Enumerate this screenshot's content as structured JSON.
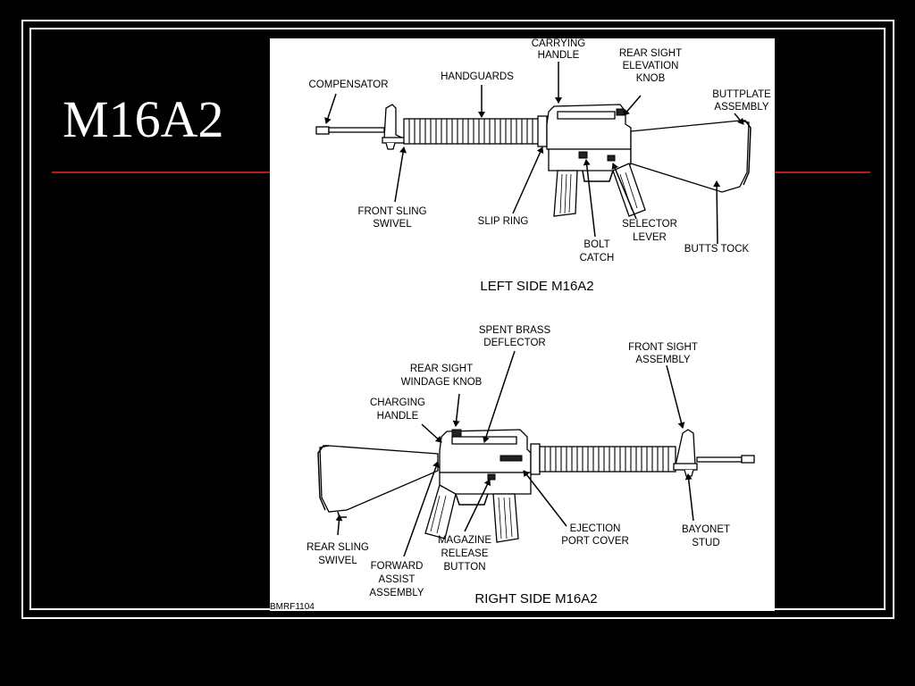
{
  "slide": {
    "title": "M16A2"
  },
  "diagram": {
    "left": {
      "caption": "LEFT SIDE M16A2",
      "labels": {
        "carrying_handle": [
          "CARRYING",
          "HANDLE"
        ],
        "rear_sight_elevation": [
          "REAR SIGHT",
          "ELEVATION",
          "KNOB"
        ],
        "compensator": [
          "COMPENSATOR"
        ],
        "handguards": [
          "HANDGUARDS"
        ],
        "buttplate": [
          "BUTTPLATE",
          "ASSEMBLY"
        ],
        "front_sling_swivel": [
          "FRONT SLING",
          "SWIVEL"
        ],
        "slip_ring": [
          "SLIP RING"
        ],
        "bolt_catch": [
          "BOLT",
          "CATCH"
        ],
        "selector_lever": [
          "SELECTOR",
          "LEVER"
        ],
        "buttstock": [
          "BUTTS TOCK"
        ]
      }
    },
    "right": {
      "caption": "RIGHT SIDE M16A2",
      "labels": {
        "spent_brass_deflector": [
          "SPENT BRASS",
          "DEFLECTOR"
        ],
        "front_sight_assembly": [
          "FRONT SIGHT",
          "ASSEMBLY"
        ],
        "rear_sight_windage": [
          "REAR SIGHT",
          "WINDAGE KNOB"
        ],
        "charging_handle": [
          "CHARGING",
          "HANDLE"
        ],
        "ejection_port_cover": [
          "EJECTION",
          "PORT COVER"
        ],
        "bayonet_stud": [
          "BAYONET",
          "STUD"
        ],
        "rear_sling_swivel": [
          "REAR SLING",
          "SWIVEL"
        ],
        "forward_assist": [
          "FORWARD",
          "ASSIST",
          "ASSEMBLY"
        ],
        "magazine_release": [
          "MAGAZINE",
          "RELEASE",
          "BUTTON"
        ]
      }
    },
    "figure_code": "BMRF1104"
  }
}
